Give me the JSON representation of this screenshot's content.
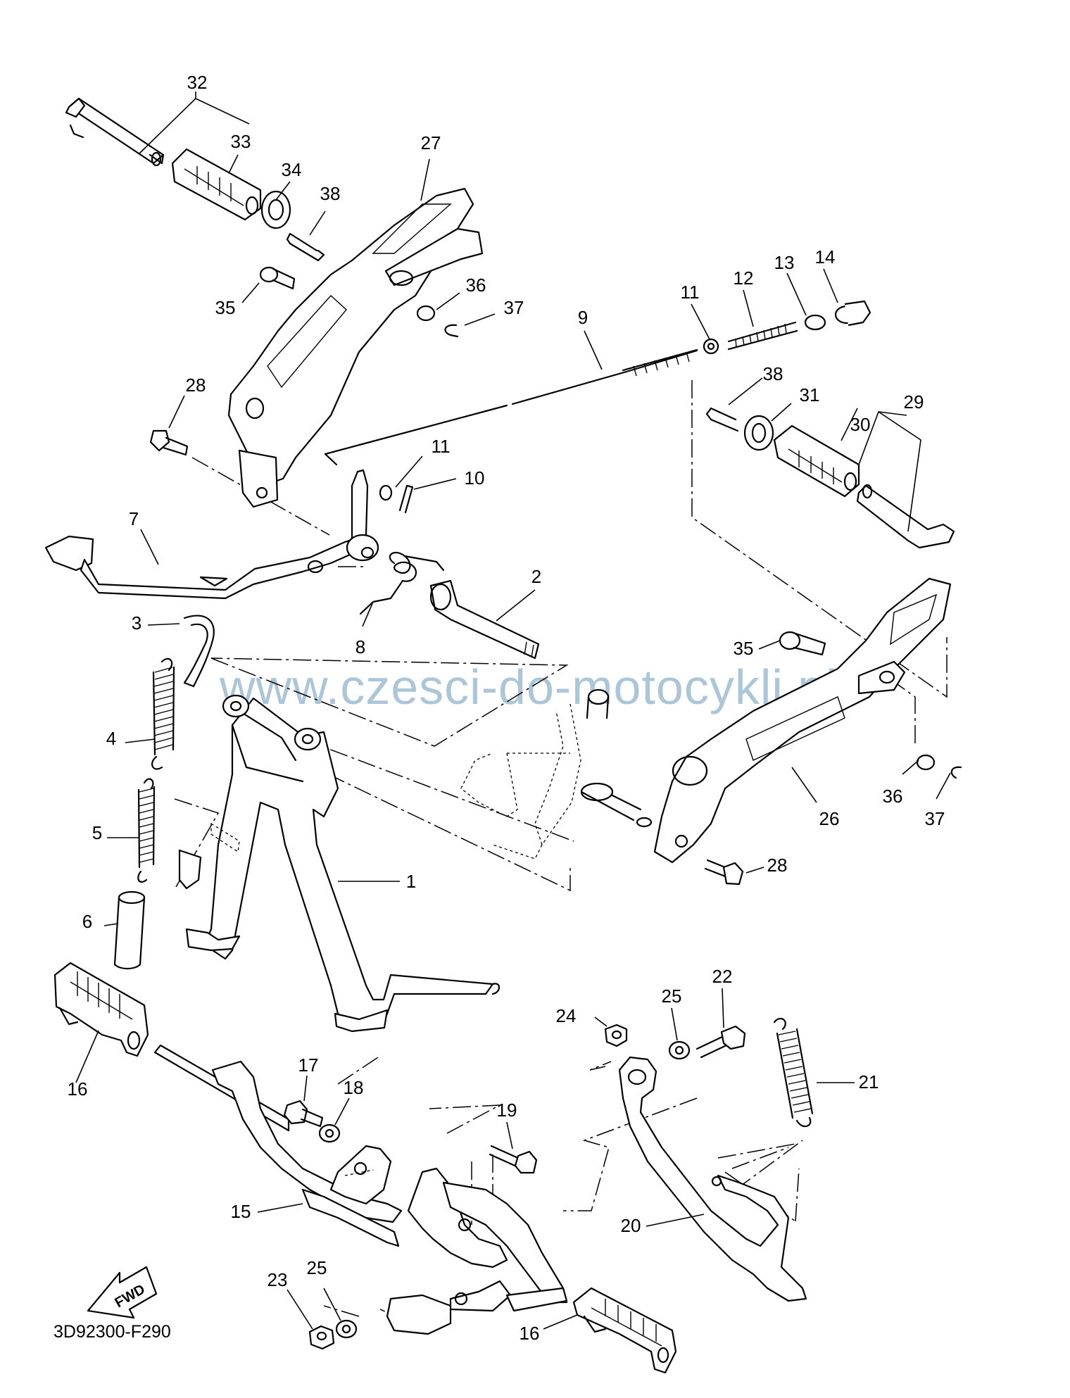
{
  "diagram": {
    "watermark": "www.czesci-do-motocykli.pl",
    "figure_code": "3D92300-F290",
    "fwd_label": "FWD",
    "callouts": [
      {
        "id": "c32a",
        "label": "32"
      },
      {
        "id": "c33",
        "label": "33"
      },
      {
        "id": "c34",
        "label": "34"
      },
      {
        "id": "c38a",
        "label": "38"
      },
      {
        "id": "c27",
        "label": "27"
      },
      {
        "id": "c35a",
        "label": "35"
      },
      {
        "id": "c36a",
        "label": "36"
      },
      {
        "id": "c37a",
        "label": "37"
      },
      {
        "id": "c9",
        "label": "9"
      },
      {
        "id": "c11a",
        "label": "11"
      },
      {
        "id": "c12",
        "label": "12"
      },
      {
        "id": "c13",
        "label": "13"
      },
      {
        "id": "c14",
        "label": "14"
      },
      {
        "id": "c28a",
        "label": "28"
      },
      {
        "id": "c38b",
        "label": "38"
      },
      {
        "id": "c31",
        "label": "31"
      },
      {
        "id": "c30",
        "label": "30"
      },
      {
        "id": "c29",
        "label": "29"
      },
      {
        "id": "c11b",
        "label": "11"
      },
      {
        "id": "c10",
        "label": "10"
      },
      {
        "id": "c7",
        "label": "7"
      },
      {
        "id": "c2",
        "label": "2"
      },
      {
        "id": "c8",
        "label": "8"
      },
      {
        "id": "c3",
        "label": "3"
      },
      {
        "id": "c35b",
        "label": "35"
      },
      {
        "id": "c4",
        "label": "4"
      },
      {
        "id": "c5",
        "label": "5"
      },
      {
        "id": "c1",
        "label": "1"
      },
      {
        "id": "c36b",
        "label": "36"
      },
      {
        "id": "c37b",
        "label": "37"
      },
      {
        "id": "c26",
        "label": "26"
      },
      {
        "id": "c28b",
        "label": "28"
      },
      {
        "id": "c6",
        "label": "6"
      },
      {
        "id": "c22",
        "label": "22"
      },
      {
        "id": "c25a",
        "label": "25"
      },
      {
        "id": "c24",
        "label": "24"
      },
      {
        "id": "c21",
        "label": "21"
      },
      {
        "id": "c16a",
        "label": "16"
      },
      {
        "id": "c17",
        "label": "17"
      },
      {
        "id": "c18",
        "label": "18"
      },
      {
        "id": "c19",
        "label": "19"
      },
      {
        "id": "c15",
        "label": "15"
      },
      {
        "id": "c20",
        "label": "20"
      },
      {
        "id": "c23",
        "label": "23"
      },
      {
        "id": "c25b",
        "label": "25"
      },
      {
        "id": "c16b",
        "label": "16"
      }
    ]
  }
}
